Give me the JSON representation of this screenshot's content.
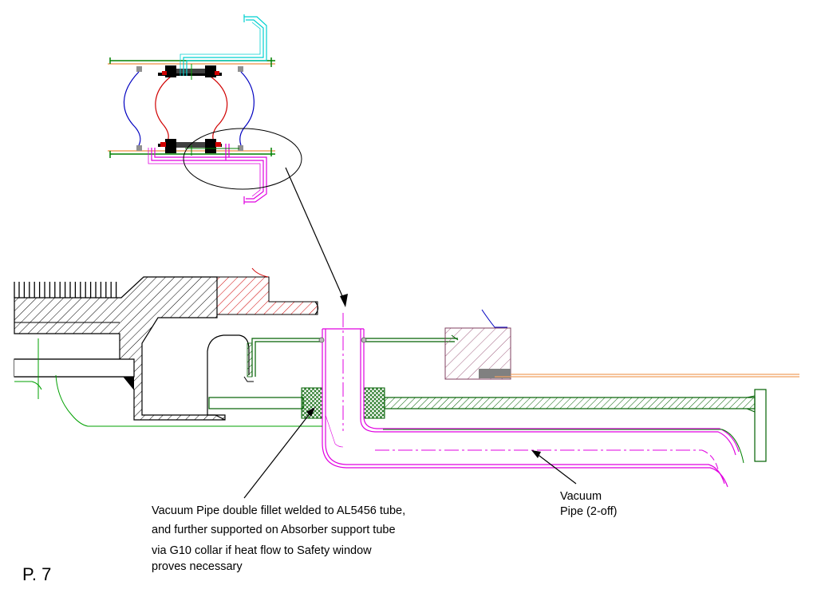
{
  "annotations": {
    "weld_note_lines": [
      "Vacuum Pipe double fillet welded to AL5456 tube,",
      "and  further supported on  Absorber support tube"
    ],
    "collar_note_lines": [
      "via G10 collar  if heat flow to Safety window",
      "proves necessary"
    ],
    "vacuum_pipe_lines": [
      "Vacuum",
      "Pipe (2-off)"
    ]
  },
  "page": {
    "number": "P. 7"
  },
  "colors": {
    "vacuum_pipe": "#e000e0",
    "support_tube": "#008000",
    "window_flange": "#d00000",
    "bellows_outer": "#0000c0",
    "bellows_inner": "#d00000",
    "upper_pipe": "#00d0d0",
    "plate": "#f0a060",
    "hatch": "#000000"
  }
}
